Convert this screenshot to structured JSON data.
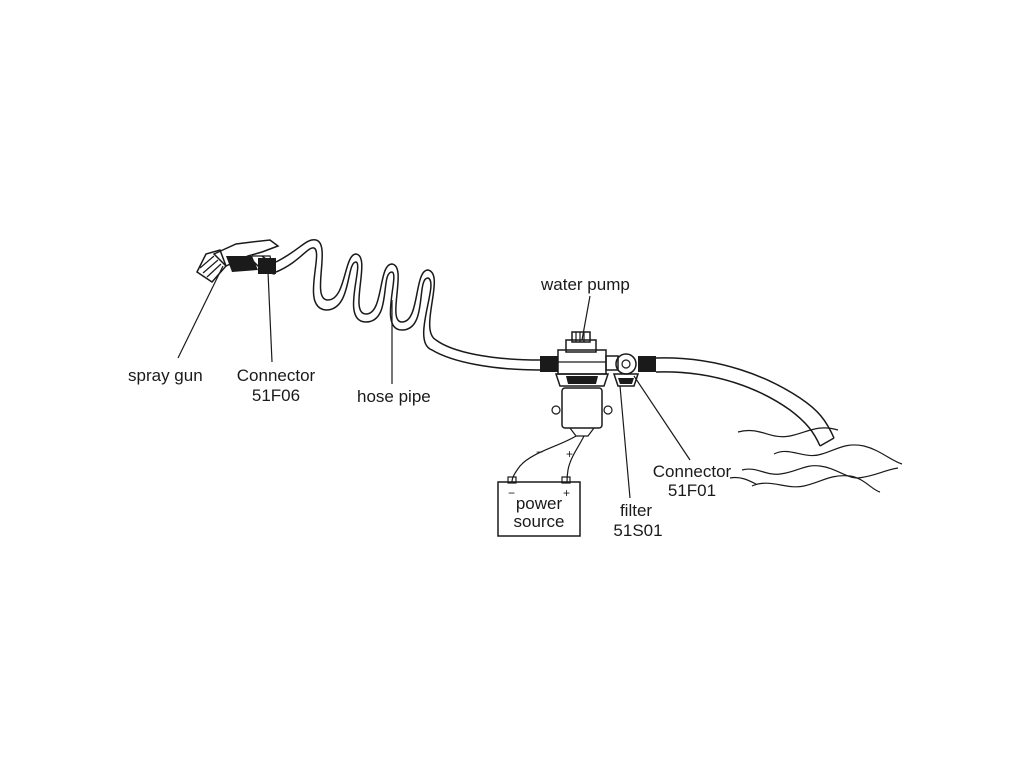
{
  "labels": {
    "spray_gun": "spray gun",
    "connector_outlet_name": "Connector",
    "connector_outlet_code": "51F06",
    "hose_pipe": "hose pipe",
    "water_pump": "water pump",
    "power_source_line1": "power",
    "power_source_line2": "source",
    "filter_name": "filter",
    "filter_code": "51S01",
    "connector_inlet_name": "Connector",
    "connector_inlet_code": "51F01"
  },
  "polarity": {
    "negative": "−",
    "positive": "+"
  },
  "colors": {
    "ink": "#1a1a1a",
    "background": "#ffffff"
  }
}
